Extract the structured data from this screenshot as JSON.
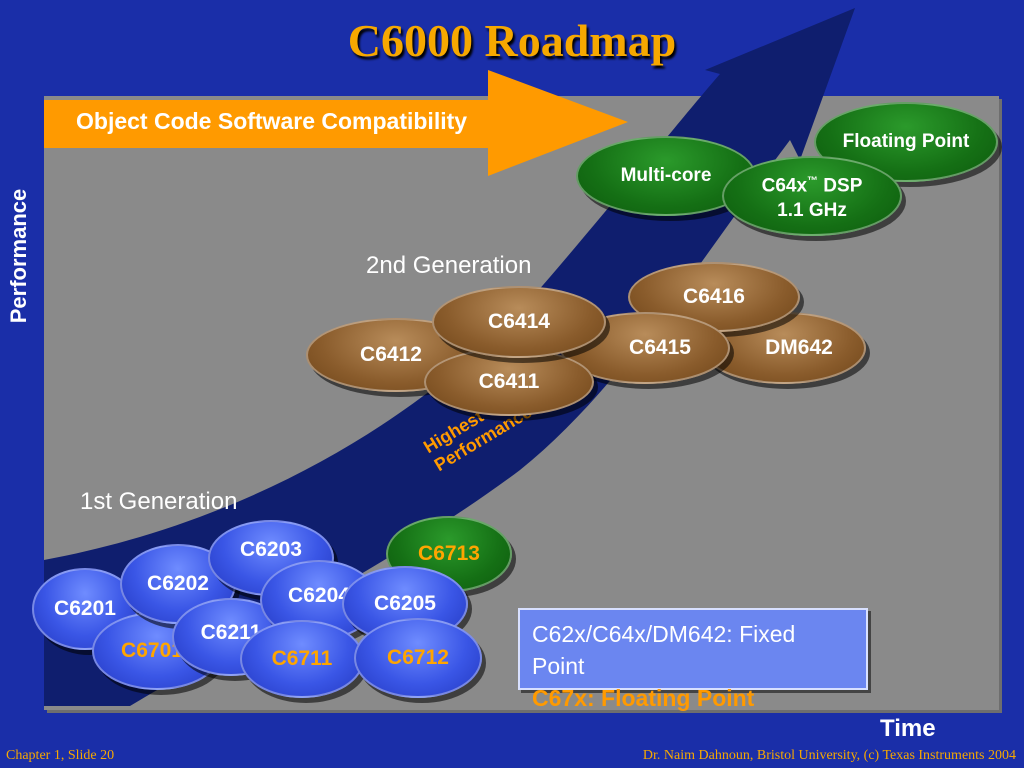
{
  "title": "C6000 Roadmap",
  "banner": "Object Code Software Compatibility",
  "axes": {
    "y_label": "Performance",
    "x_label": "Time"
  },
  "arrow_label": [
    "Highest",
    "Performance"
  ],
  "generations": {
    "second": "2nd Generation",
    "first": "1st Generation"
  },
  "chips": {
    "floating_point": "Floating Point",
    "multi_core": "Multi-core",
    "c64x_line1": "C64x",
    "c64x_tm": "™",
    "c64x_line1_rest": " DSP",
    "c64x_line2": "1.1 GHz",
    "c6416": "C6416",
    "c6414": "C6414",
    "c6415": "C6415",
    "dm642": "DM642",
    "c6412": "C6412",
    "c6411": "C6411",
    "c6713": "C6713",
    "c6203": "C6203",
    "c6202": "C6202",
    "c6204": "C6204",
    "c6205": "C6205",
    "c6201": "C6201",
    "c6211": "C6211",
    "c6701": "C6701",
    "c6711": "C6711",
    "c6712": "C6712"
  },
  "legend": {
    "fixed": "C62x/C64x/DM642: Fixed Point",
    "floating": "C67x: Floating Point"
  },
  "footer": {
    "left": "Chapter 1, Slide 20",
    "right": "Dr. Naim Dahnoun, Bristol University,  (c) Texas Instruments 2004"
  },
  "colors": {
    "background": "#1a2ea8",
    "title": "#f6a800",
    "brown_chip": "#8a5c2c",
    "green_chip": "#157015",
    "blue_chip": "#3a56e6",
    "banner_arrow": "#ff9a00"
  }
}
